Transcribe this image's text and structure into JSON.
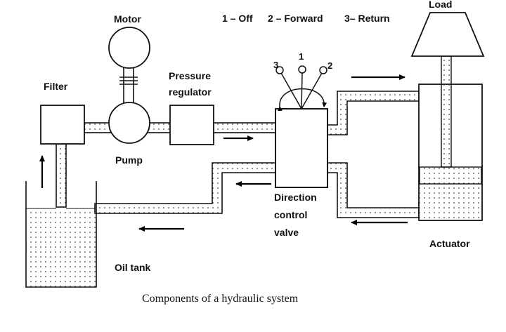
{
  "legend": {
    "off": "1 – Off",
    "forward": "2 – Forward",
    "return": "3– Return"
  },
  "labels": {
    "load": "Load",
    "motor": "Motor",
    "filter": "Filter",
    "pressure_line1": "Pressure",
    "pressure_line2": "regulator",
    "pump": "Pump",
    "direction_line1": "Direction",
    "direction_line2": "control",
    "direction_line3": "valve",
    "actuator": "Actuator",
    "oil_tank": "Oil tank"
  },
  "valve_positions": [
    "1",
    "2",
    "3"
  ],
  "caption": "Components of a hydraulic system"
}
